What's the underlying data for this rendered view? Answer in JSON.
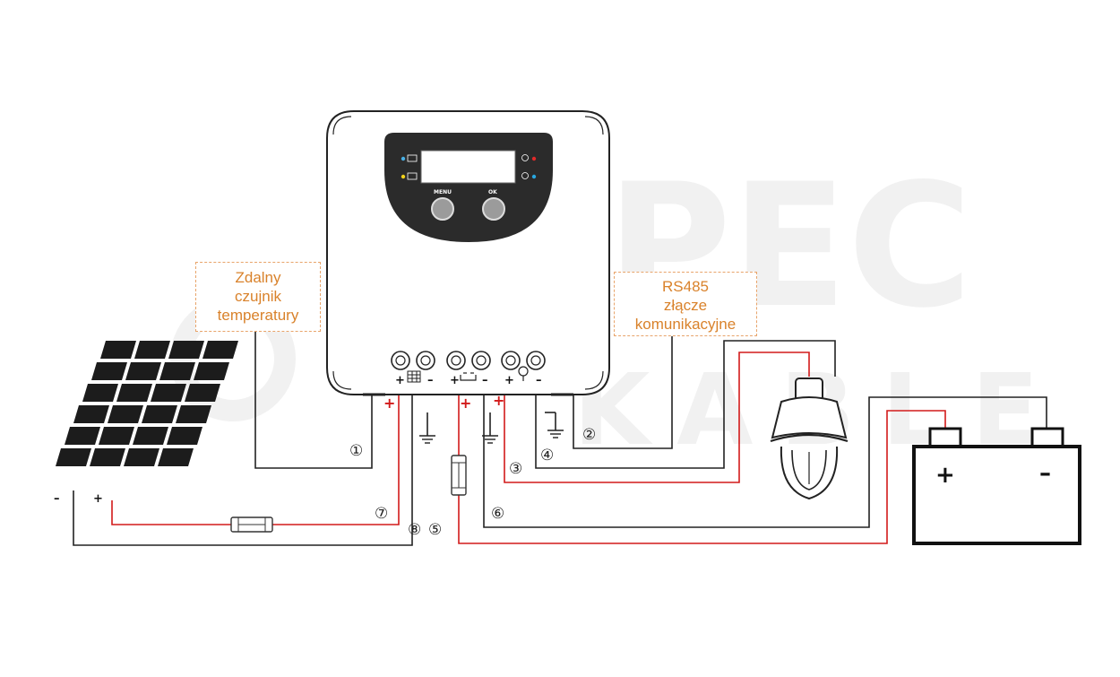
{
  "watermark": {
    "line1": "SPEC",
    "line2": "KABLE"
  },
  "controller": {
    "menu_label": "MENU",
    "ok_label": "OK",
    "terminal_polarity_plus": "+",
    "terminal_polarity_minus": "–"
  },
  "labels": {
    "temp_sensor": {
      "line1": "Zdalny",
      "line2": "czujnik",
      "line3": "temperatury"
    },
    "rs485": {
      "line1": "RS485",
      "line2": "złącze",
      "line3": "komunikacyjne"
    }
  },
  "wire_numbers": [
    "①",
    "②",
    "③",
    "④",
    "⑤",
    "⑥",
    "⑦",
    "⑧"
  ],
  "polarity": {
    "plus": "+",
    "minus": "–"
  },
  "colors": {
    "positive_wire": "#d21a1a",
    "negative_wire": "#222222",
    "label_text": "#d9822b",
    "label_border": "#e8a46a"
  }
}
